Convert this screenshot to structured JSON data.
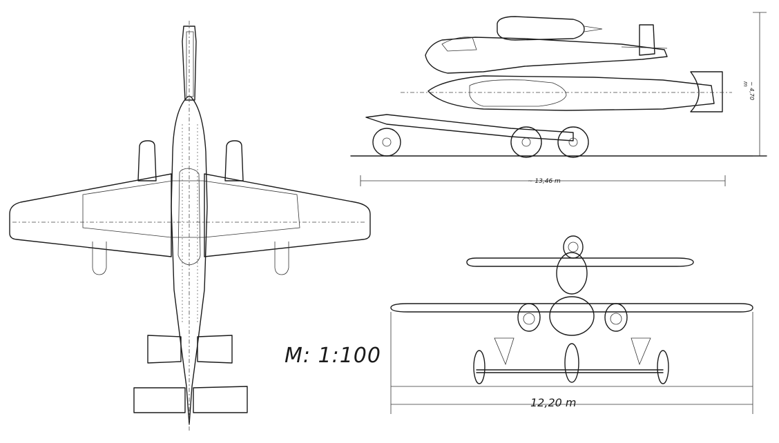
{
  "drawing": {
    "scale_label": "M: 1:100",
    "dimensions": {
      "span": "12,20 m",
      "length": "~ 13,46 m",
      "height": "~ 4,70 m"
    }
  }
}
